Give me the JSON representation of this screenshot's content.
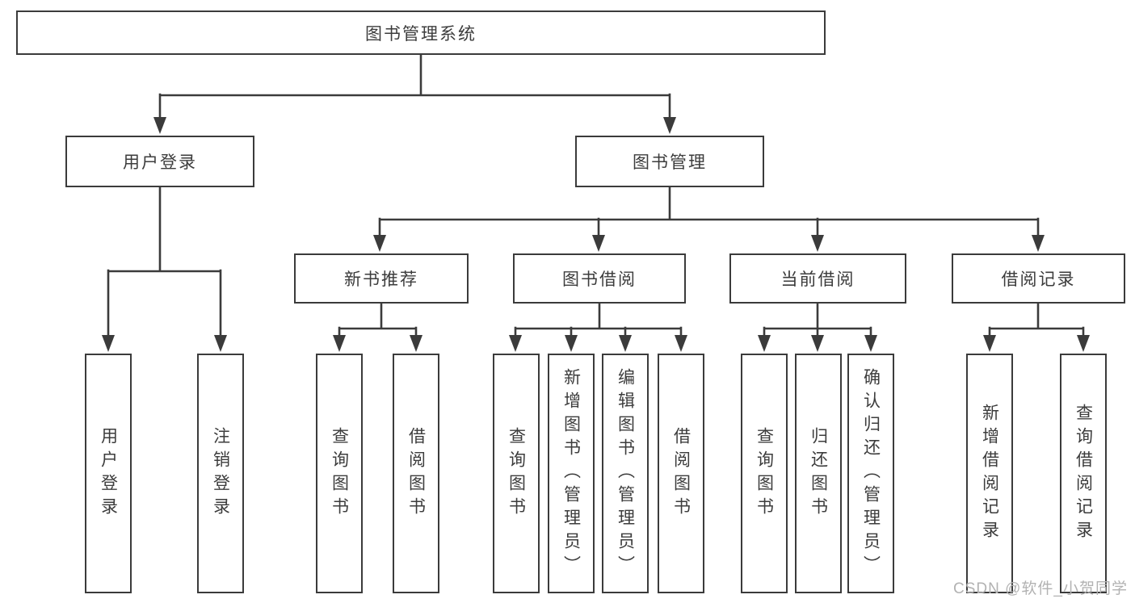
{
  "diagram": {
    "root": {
      "label": "图书管理系统"
    },
    "branches": [
      {
        "label": "用户登录",
        "leaves": [
          "用户登录",
          "注销登录"
        ]
      },
      {
        "label": "图书管理",
        "groups": [
          {
            "label": "新书推荐",
            "leaves": [
              "查询图书",
              "借阅图书"
            ]
          },
          {
            "label": "图书借阅",
            "leaves": [
              "查询图书",
              "新增图书（管理员）",
              "编辑图书（管理员）",
              "借阅图书"
            ]
          },
          {
            "label": "当前借阅",
            "leaves": [
              "查询图书",
              "归还图书",
              "确认归还（管理员）"
            ]
          },
          {
            "label": "借阅记录",
            "leaves": [
              "新增借阅记录",
              "查询借阅记录"
            ]
          }
        ]
      }
    ],
    "watermark": "CSDN @软件_小贺同学",
    "colors": {
      "line": "#3b3b3b",
      "text": "#3c3c3c",
      "background": "#ffffff",
      "watermark": "#b2b2b2"
    }
  }
}
